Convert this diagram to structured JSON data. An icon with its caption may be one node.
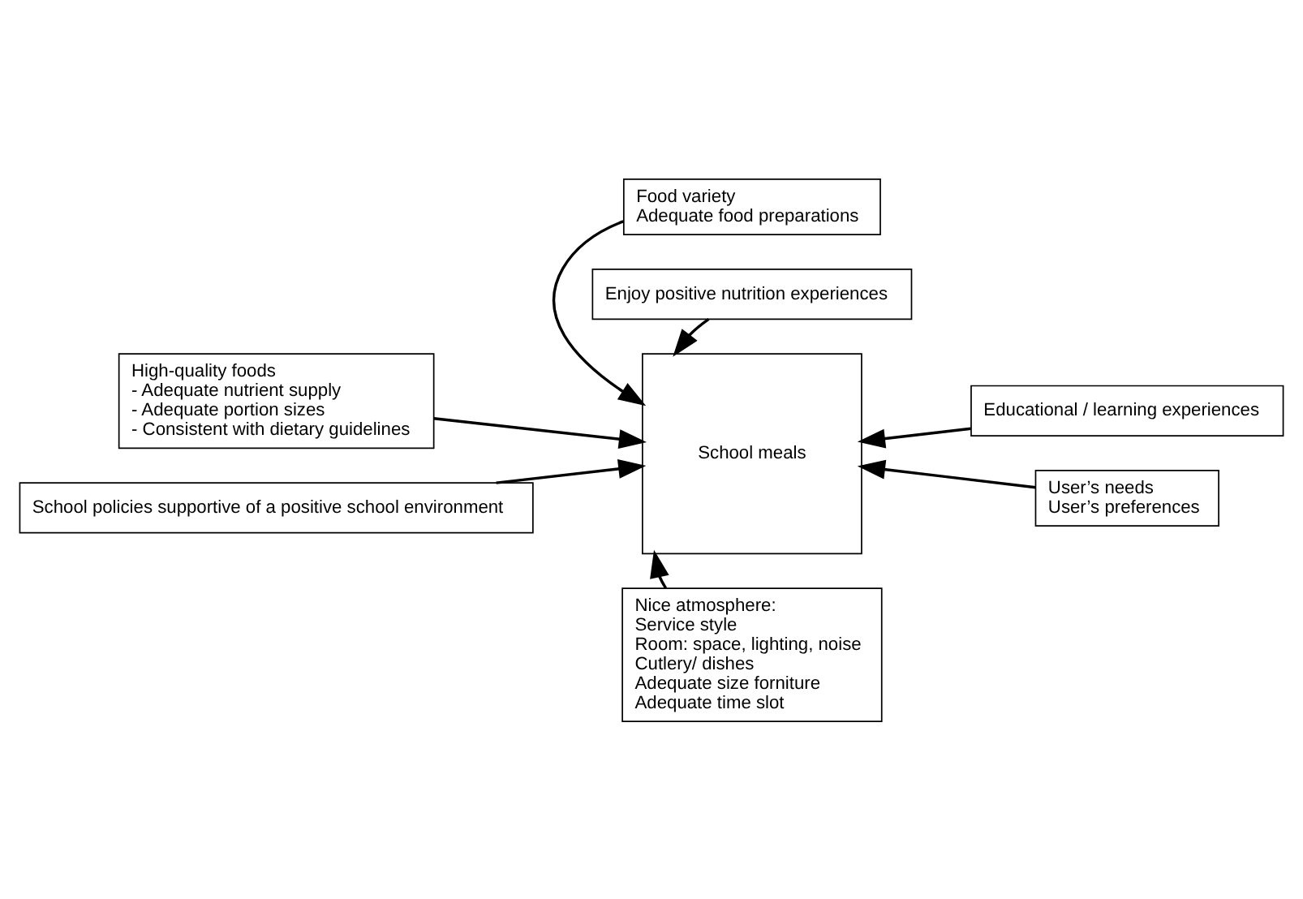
{
  "diagram": {
    "nodes": [
      {
        "text": [
          "School meals"
        ]
      },
      {
        "text": [
          "Food variety",
          "Adequate food preparations"
        ]
      },
      {
        "text": [
          "Enjoy positive nutrition experiences"
        ]
      },
      {
        "text": [
          "High-quality foods",
          "- Adequate nutrient supply",
          "- Adequate portion sizes",
          "- Consistent with dietary guidelines"
        ]
      },
      {
        "text": [
          "Educational / learning experiences"
        ]
      },
      {
        "text": [
          "School policies supportive of a positive school environment"
        ]
      },
      {
        "text": [
          "User’s needs",
          "User’s preferences"
        ]
      },
      {
        "text": [
          "Nice atmosphere:",
          "Service style",
          "Room: space, lighting, noise",
          "Cutlery/ dishes",
          "Adequate size forniture",
          "Adequate time slot"
        ]
      }
    ],
    "edges": [
      {
        "from": 1,
        "to": 0,
        "arrow": "to"
      },
      {
        "from": 2,
        "to": 0,
        "arrow": "to"
      },
      {
        "from": 3,
        "to": 0,
        "arrow": "to"
      },
      {
        "from": 4,
        "to": 0,
        "arrow": "to"
      },
      {
        "from": 5,
        "to": 0,
        "arrow": "to"
      },
      {
        "from": 6,
        "to": 0,
        "arrow": "to"
      },
      {
        "from": 7,
        "to": 0,
        "arrow": "to"
      }
    ]
  }
}
